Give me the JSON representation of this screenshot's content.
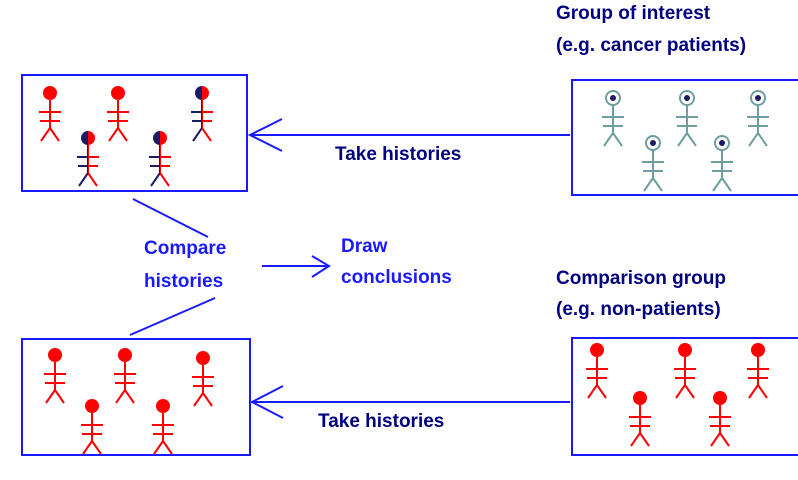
{
  "colors": {
    "line": "#1a1aff",
    "text": "#000080",
    "label_blue": "#1a1aff",
    "person_red": "#ff0000",
    "person_gray": "#6f9ea0",
    "head_navy": "#1c1c66",
    "background": "#ffffff"
  },
  "labels": {
    "group_of_interest_title": "Group of interest",
    "group_of_interest_example": "(e.g. cancer patients)",
    "take_histories_top": "Take histories",
    "compare_line1": "Compare",
    "compare_line2": "histories",
    "draw_line1": "Draw",
    "draw_line2": "conclusions",
    "comparison_title": "Comparison group",
    "comparison_example": "(e.g. non-patients)",
    "take_histories_bottom": "Take histories"
  },
  "groups": {
    "top_left_histories": {
      "persons": [
        {
          "head": "red",
          "body": "red"
        },
        {
          "head": "red",
          "body": "red"
        },
        {
          "head": "split",
          "body": "split"
        },
        {
          "head": "split",
          "body": "split"
        },
        {
          "head": "split",
          "body": "split"
        }
      ]
    },
    "group_of_interest": {
      "persons": [
        {
          "head": "gray-dot",
          "body": "gray"
        },
        {
          "head": "gray-dot",
          "body": "gray"
        },
        {
          "head": "gray-dot",
          "body": "gray"
        },
        {
          "head": "gray-dot",
          "body": "gray"
        },
        {
          "head": "gray-dot",
          "body": "gray"
        }
      ]
    },
    "bottom_left_histories": {
      "persons": [
        {
          "head": "red",
          "body": "red"
        },
        {
          "head": "red",
          "body": "red"
        },
        {
          "head": "red",
          "body": "red"
        },
        {
          "head": "red",
          "body": "red"
        },
        {
          "head": "red",
          "body": "red"
        }
      ]
    },
    "comparison_group": {
      "persons": [
        {
          "head": "red",
          "body": "red"
        },
        {
          "head": "red",
          "body": "red"
        },
        {
          "head": "red",
          "body": "red"
        },
        {
          "head": "red",
          "body": "red"
        },
        {
          "head": "red",
          "body": "red"
        }
      ]
    }
  },
  "icons": {
    "person": "person-icon",
    "arrow": "arrow-icon"
  }
}
